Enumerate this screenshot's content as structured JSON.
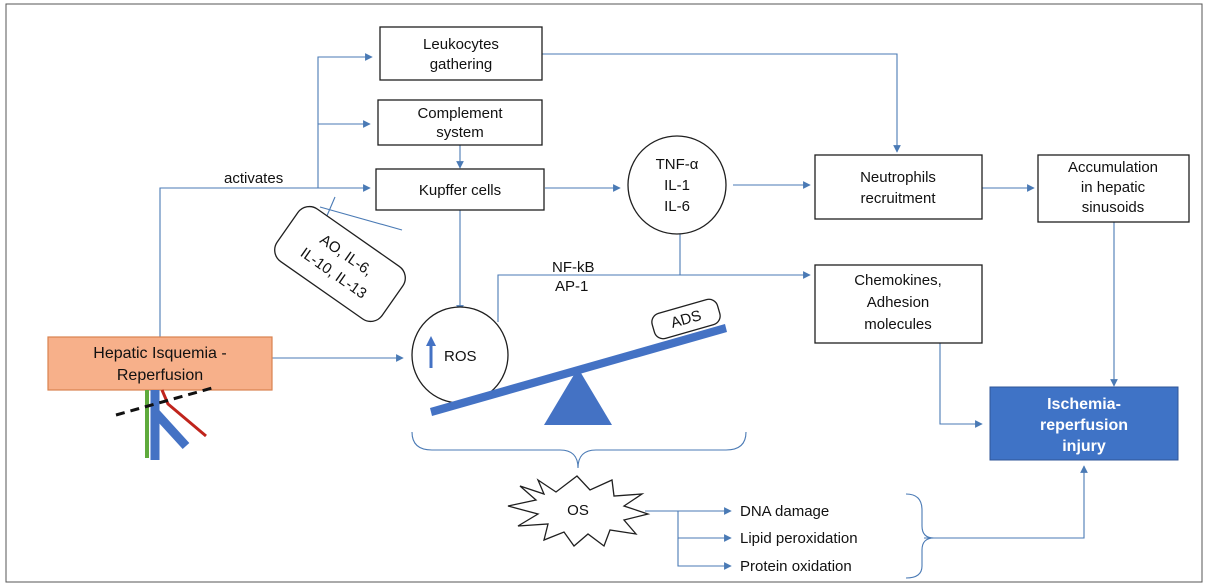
{
  "nodes": {
    "leukocytes": [
      "Leukocytes",
      "gathering"
    ],
    "complement": [
      "Complement",
      "system"
    ],
    "kupffer": "Kupffer cells",
    "cytokines": [
      "TNF-α",
      "IL-1",
      "IL-6"
    ],
    "neutrophils": [
      "Neutrophils",
      "recruitment"
    ],
    "accumulation": [
      "Accumulation",
      "in hepatic",
      "sinusoids"
    ],
    "chemokines": [
      "Chemokines,",
      "Adhesion",
      "molecules"
    ],
    "hepatic": [
      "Hepatic Isquemia -",
      "Reperfusion"
    ],
    "ros": "ROS",
    "ads": "ADS",
    "injury": [
      "Ischemia-",
      "reperfusion",
      "injury"
    ],
    "os": "OS",
    "inhibitors": [
      "AO, IL-6,",
      "IL-10, IL-13"
    ]
  },
  "labels": {
    "activates": "activates",
    "transcription": [
      "NF-kB",
      "AP-1"
    ]
  },
  "outcomes": [
    "DNA damage",
    "Lipid peroxidation",
    "Protein oxidation"
  ],
  "colors": {
    "arrow": "#4a7ab5",
    "hepatic_fill": "#f7b08a",
    "injury_fill": "#3f73c6",
    "seesaw": "#4472c4",
    "vessel_blue": "#4472c4",
    "vessel_red": "#c0241c",
    "vessel_green": "#5faa3c"
  }
}
